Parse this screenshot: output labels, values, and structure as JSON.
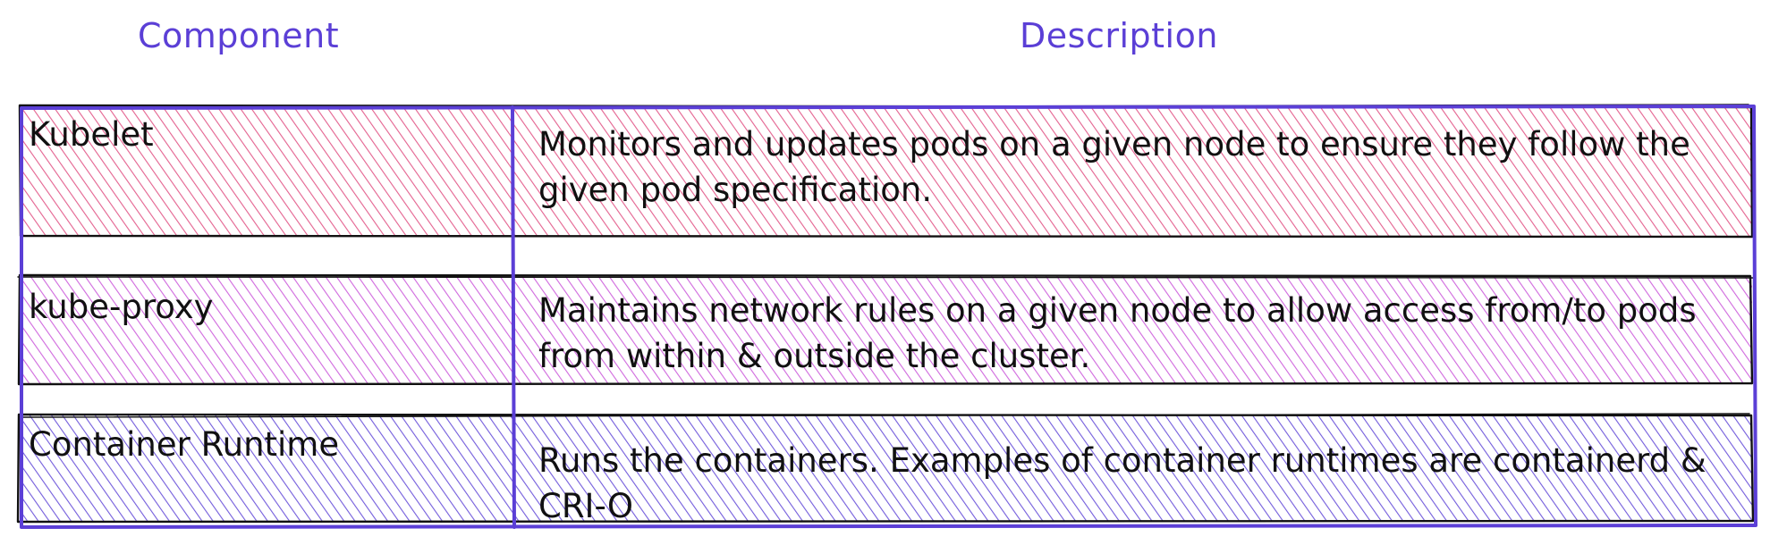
{
  "headers": {
    "component": "Component",
    "description": "Description"
  },
  "rows": [
    {
      "component": "Kubelet",
      "description": "Monitors and updates pods on a given node to ensure they follow the given pod specification.",
      "fill_color": "#e0457b"
    },
    {
      "component": "kube-proxy",
      "description": "Maintains network rules on a given node to allow access from/to pods from within & outside the cluster.",
      "fill_color": "#c84ed8"
    },
    {
      "component": "Container Runtime",
      "description": "Runs the containers. Examples of container runtimes are containerd & CRI-O",
      "fill_color": "#5b3fd6"
    }
  ],
  "colors": {
    "header_text": "#5b3fd6",
    "divider": "#5b3fd6",
    "border": "#111111"
  }
}
